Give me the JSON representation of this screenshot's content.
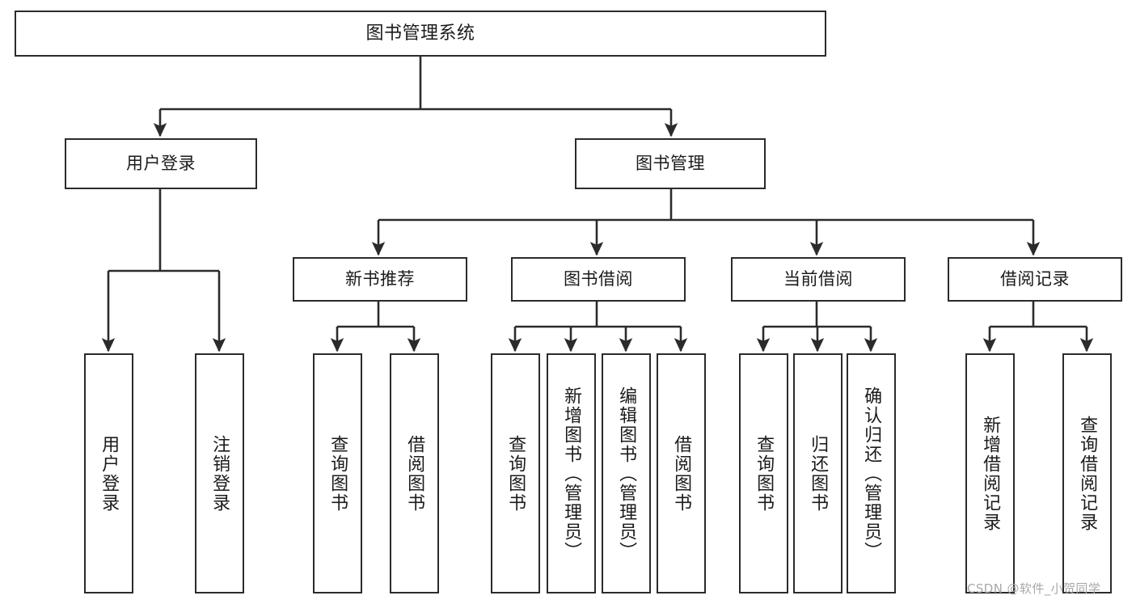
{
  "diagram": {
    "title": "图书管理系统",
    "type": "功能结构图",
    "watermark": "CSDN @软件_小贺同学",
    "colors": {
      "stroke": "#2b2b2b",
      "fill": "#ffffff",
      "text": "#1b1b1b",
      "watermark": "#a8a8a8"
    },
    "levels": {
      "root": {
        "label": "图书管理系统"
      },
      "level2": [
        {
          "label": "用户登录"
        },
        {
          "label": "图书管理"
        }
      ],
      "level3": [
        {
          "label": "新书推荐"
        },
        {
          "label": "图书借阅"
        },
        {
          "label": "当前借阅"
        },
        {
          "label": "借阅记录"
        }
      ],
      "leaves": {
        "user_login": [
          {
            "label": "用户登录"
          },
          {
            "label": "注销登录"
          }
        ],
        "new_book": [
          {
            "label": "查询图书"
          },
          {
            "label": "借阅图书"
          }
        ],
        "book_borrow": [
          {
            "label": "查询图书"
          },
          {
            "label": "新增图书（管理员）"
          },
          {
            "label": "编辑图书（管理员）"
          },
          {
            "label": "借阅图书"
          }
        ],
        "current_borrow": [
          {
            "label": "查询图书"
          },
          {
            "label": "归还图书"
          },
          {
            "label": "确认归还（管理员）"
          }
        ],
        "borrow_record": [
          {
            "label": "新增借阅记录"
          },
          {
            "label": "查询借阅记录"
          }
        ]
      }
    }
  }
}
